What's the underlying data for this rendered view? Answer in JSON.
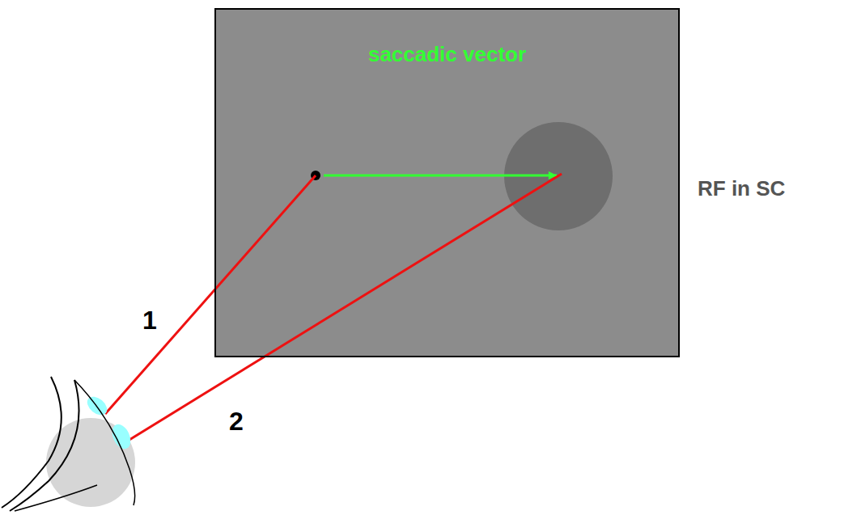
{
  "diagram": {
    "nodes": [
      {
        "text": [
          "saccadic vector"
        ]
      }
    ],
    "labels": [
      "RF in SC",
      "1",
      "2"
    ]
  }
}
